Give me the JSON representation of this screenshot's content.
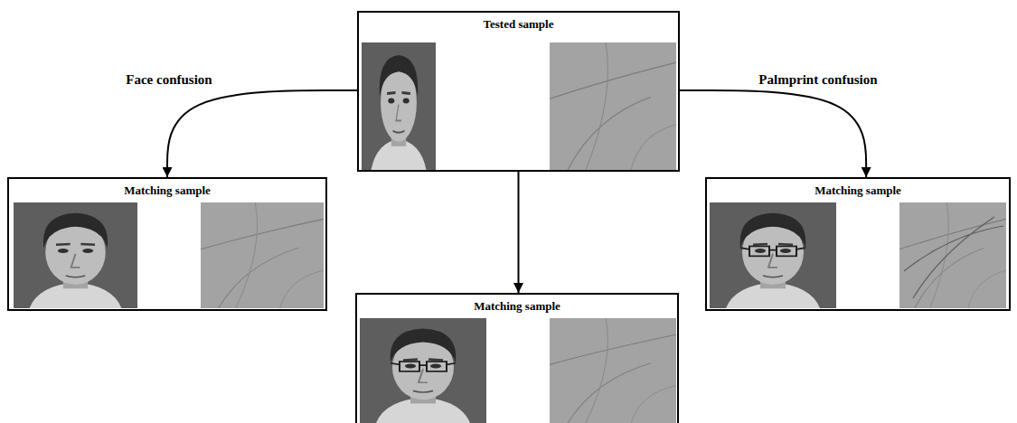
{
  "diagram": {
    "nodes": [
      {
        "text": [
          "Tested sample"
        ]
      },
      {
        "text": [
          "Matching sample"
        ]
      },
      {
        "text": [
          "Matching sample"
        ]
      },
      {
        "text": [
          "Matching sample"
        ]
      }
    ],
    "edges": [
      {
        "from": 0,
        "to": 1,
        "arrow": "to",
        "label": "Face confusion"
      },
      {
        "from": 0,
        "to": 2,
        "arrow": "to"
      },
      {
        "from": 0,
        "to": 3,
        "arrow": "to",
        "label": "Palmprint confusion"
      }
    ]
  }
}
